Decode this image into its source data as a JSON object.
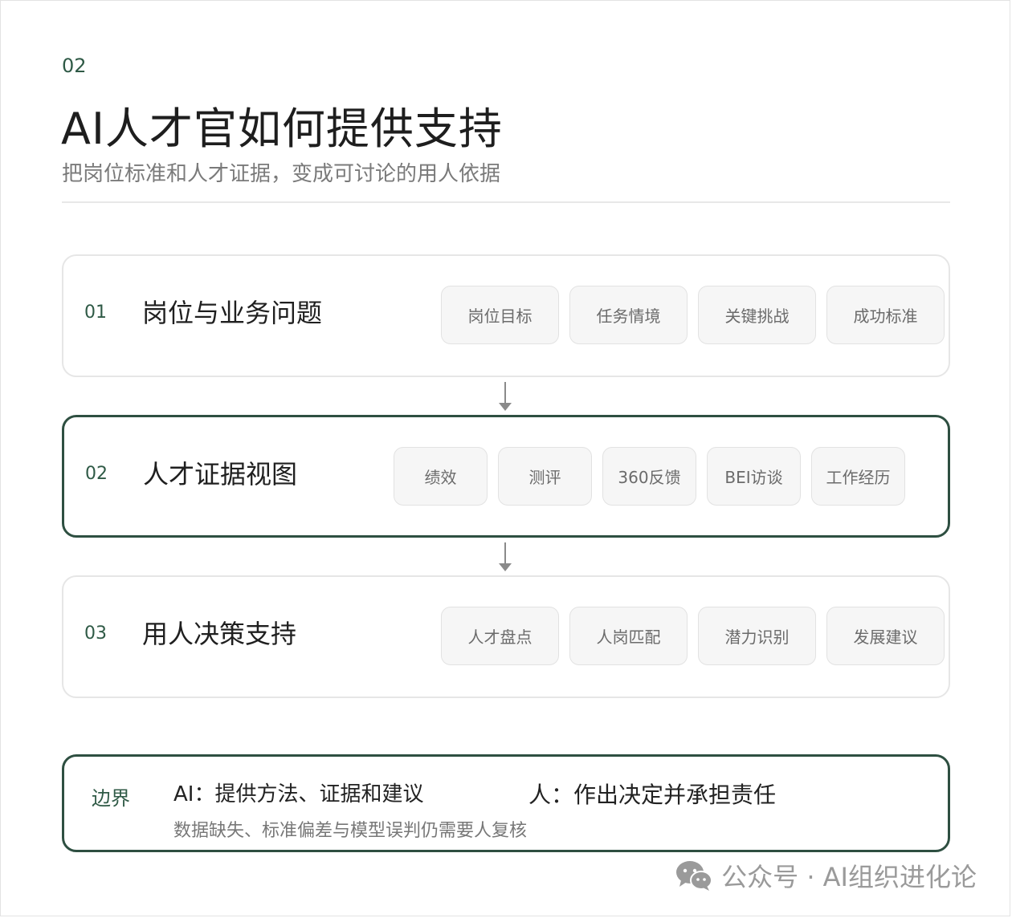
{
  "header": {
    "section_number": "02",
    "title": "AI人才官如何提供支持",
    "subtitle": "把岗位标准和人才证据，变成可讨论的用人依据"
  },
  "stages": [
    {
      "number": "01",
      "title": "岗位与业务问题",
      "active": false,
      "chips": [
        "岗位目标",
        "任务情境",
        "关键挑战",
        "成功标准"
      ]
    },
    {
      "number": "02",
      "title": "人才证据视图",
      "active": true,
      "chips": [
        "绩效",
        "测评",
        "360反馈",
        "BEI访谈",
        "工作经历"
      ]
    },
    {
      "number": "03",
      "title": "用人决策支持",
      "active": false,
      "chips": [
        "人才盘点",
        "人岗匹配",
        "潜力识别",
        "发展建议"
      ]
    }
  ],
  "boundary": {
    "label": "边界",
    "ai_text": "AI：提供方法、证据和建议",
    "human_text": "人：作出决定并承担责任",
    "note": "数据缺失、标准偏差与模型误判仍需要人复核"
  },
  "watermark": {
    "icon": "wechat-icon",
    "text": "公众号 · AI组织进化论"
  },
  "colors": {
    "accent": "#2e4f41",
    "chip_bg": "#f6f6f6",
    "border": "#e6e6e6"
  }
}
